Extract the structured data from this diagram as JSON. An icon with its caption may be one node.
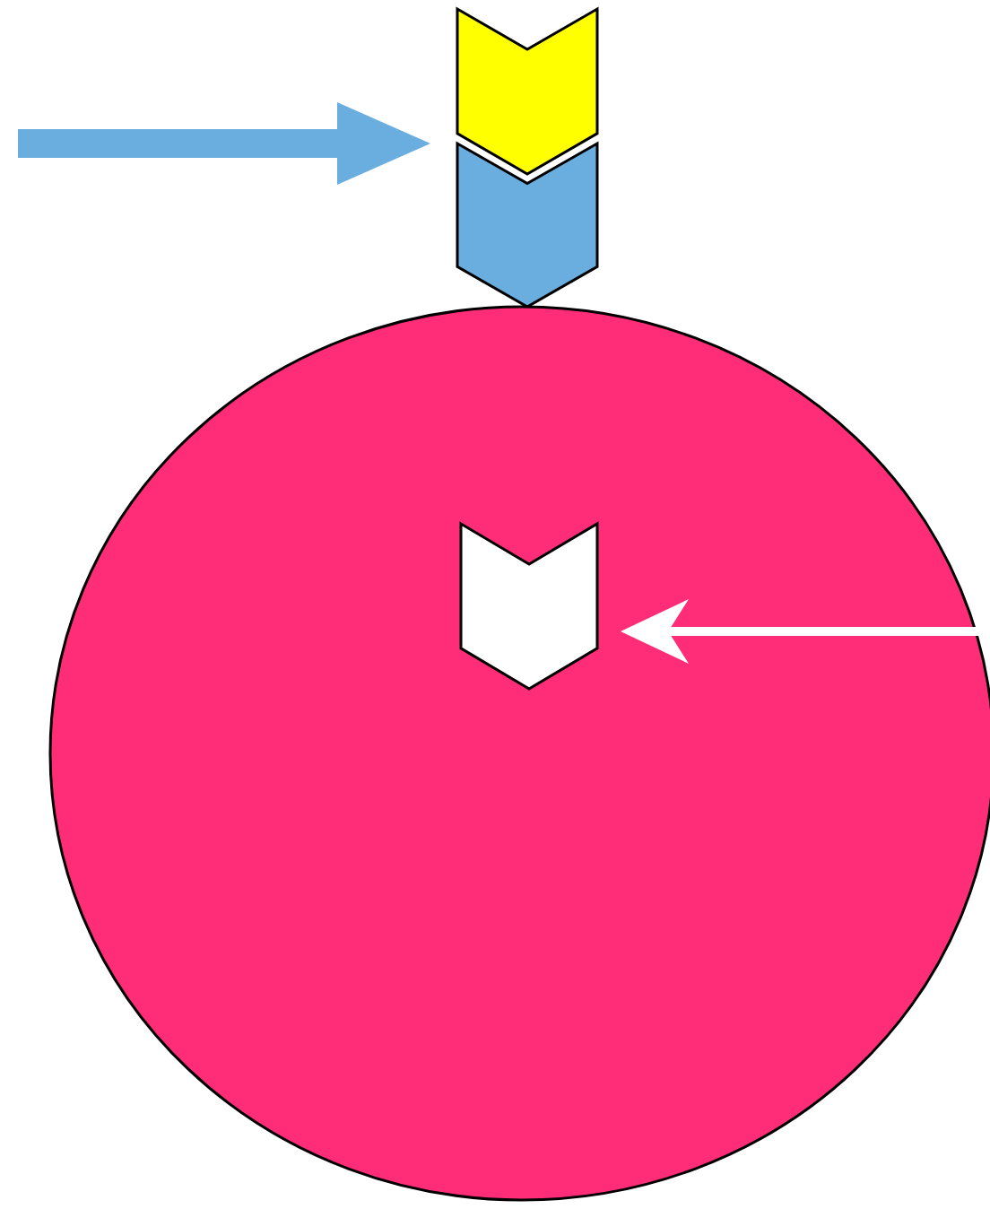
{
  "diagram": {
    "nodes": [
      {
        "text": [],
        "shape": "chevron"
      },
      {
        "text": [],
        "shape": "chevron"
      },
      {
        "text": [],
        "shape": "circle"
      },
      {
        "text": [],
        "shape": "chevron",
        "in": 2
      }
    ],
    "edges": [
      {
        "from": null,
        "to": 1,
        "arrow": "to",
        "style": "thick",
        "color": "#6aaedf"
      },
      {
        "from": null,
        "to": 3,
        "arrow": "to",
        "color": "#ffffff"
      }
    ]
  }
}
